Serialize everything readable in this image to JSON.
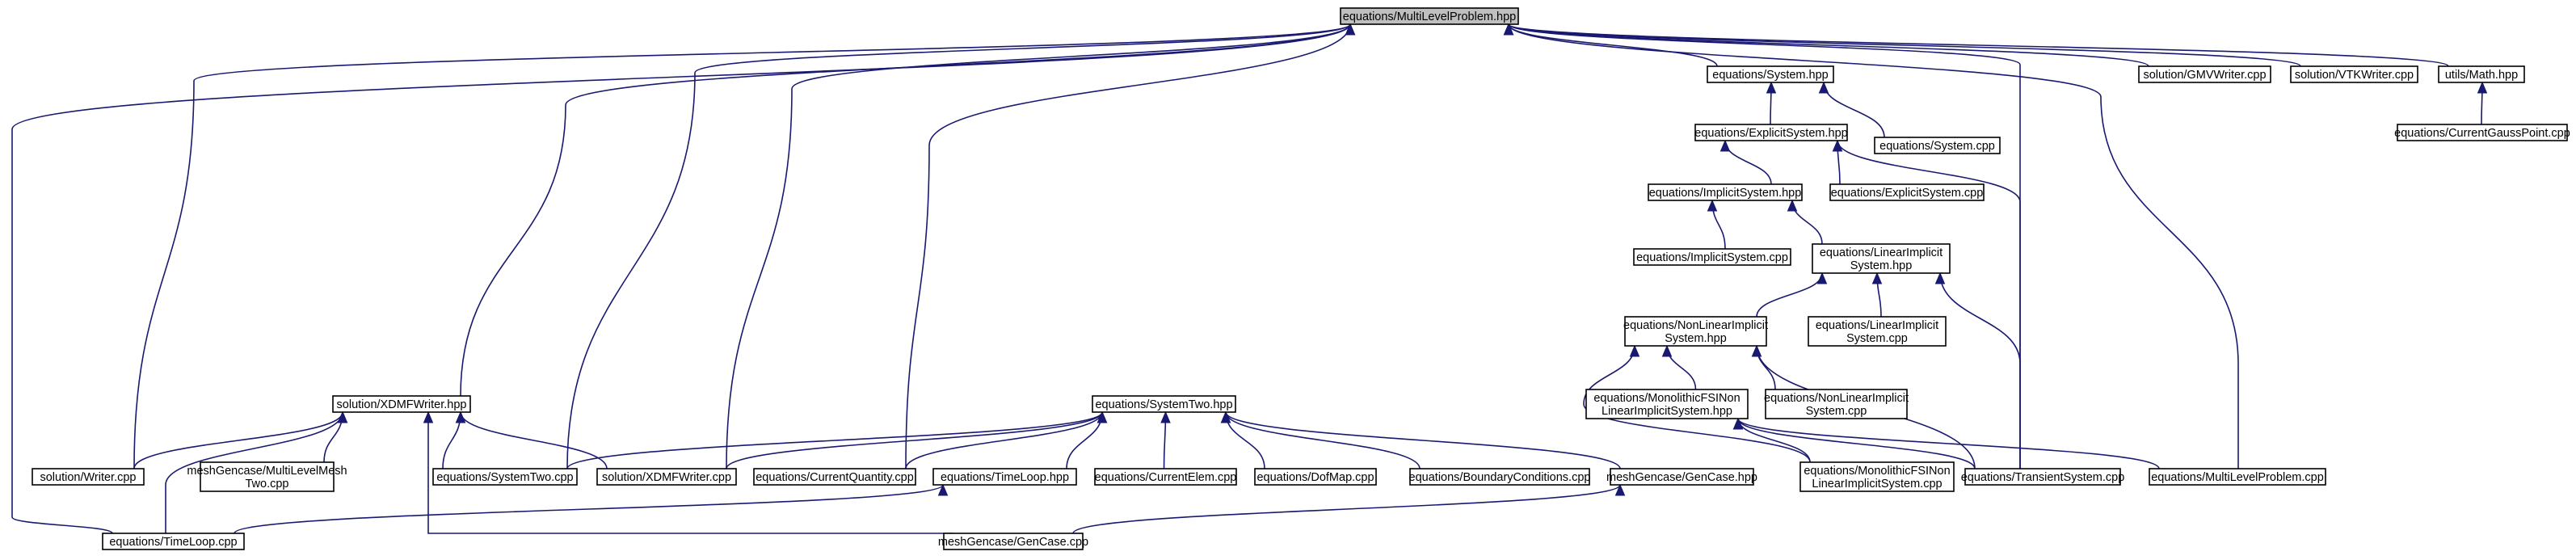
{
  "nodes": [
    {
      "id": "mlp_hpp",
      "lines": [
        "equations/MultiLevelProblem.hpp"
      ],
      "highlight": true
    },
    {
      "id": "sys_hpp",
      "lines": [
        "equations/System.hpp"
      ]
    },
    {
      "id": "gmv",
      "lines": [
        "solution/GMVWriter.cpp"
      ]
    },
    {
      "id": "vtk",
      "lines": [
        "solution/VTKWriter.cpp"
      ]
    },
    {
      "id": "math_hpp",
      "lines": [
        "utils/Math.hpp"
      ]
    },
    {
      "id": "gauss",
      "lines": [
        "equations/CurrentGaussPoint.cpp"
      ]
    },
    {
      "id": "exp_hpp",
      "lines": [
        "equations/ExplicitSystem.hpp"
      ]
    },
    {
      "id": "sys_cpp",
      "lines": [
        "equations/System.cpp"
      ]
    },
    {
      "id": "imp_hpp",
      "lines": [
        "equations/ImplicitSystem.hpp"
      ]
    },
    {
      "id": "exp_cpp",
      "lines": [
        "equations/ExplicitSystem.cpp"
      ]
    },
    {
      "id": "imp_cpp",
      "lines": [
        "equations/ImplicitSystem.cpp"
      ]
    },
    {
      "id": "lin_hpp",
      "lines": [
        "equations/LinearImplicit",
        "System.hpp"
      ]
    },
    {
      "id": "nonlin_hpp",
      "lines": [
        "equations/NonLinearImplicit",
        "System.hpp"
      ]
    },
    {
      "id": "lin_cpp",
      "lines": [
        "equations/LinearImplicit",
        "System.cpp"
      ]
    },
    {
      "id": "xdmf_hpp",
      "lines": [
        "solution/XDMFWriter.hpp"
      ]
    },
    {
      "id": "systwo_hpp",
      "lines": [
        "equations/SystemTwo.hpp"
      ]
    },
    {
      "id": "mono_hpp",
      "lines": [
        "equations/MonolithicFSINon",
        "LinearImplicitSystem.hpp"
      ]
    },
    {
      "id": "nonlin_cpp",
      "lines": [
        "equations/NonLinearImplicit",
        "System.cpp"
      ]
    },
    {
      "id": "writer_cpp",
      "lines": [
        "solution/Writer.cpp"
      ]
    },
    {
      "id": "mlmesh_cpp",
      "lines": [
        "meshGencase/MultiLevelMesh",
        "Two.cpp"
      ]
    },
    {
      "id": "systwo_cpp",
      "lines": [
        "equations/SystemTwo.cpp"
      ]
    },
    {
      "id": "xdmf_cpp",
      "lines": [
        "solution/XDMFWriter.cpp"
      ]
    },
    {
      "id": "cq_cpp",
      "lines": [
        "equations/CurrentQuantity.cpp"
      ]
    },
    {
      "id": "tl_hpp",
      "lines": [
        "equations/TimeLoop.hpp"
      ]
    },
    {
      "id": "ce_cpp",
      "lines": [
        "equations/CurrentElem.cpp"
      ]
    },
    {
      "id": "dof_cpp",
      "lines": [
        "equations/DofMap.cpp"
      ]
    },
    {
      "id": "bc_cpp",
      "lines": [
        "equations/BoundaryConditions.cpp"
      ]
    },
    {
      "id": "gencase_hpp",
      "lines": [
        "meshGencase/GenCase.hpp"
      ]
    },
    {
      "id": "mono_cpp",
      "lines": [
        "equations/MonolithicFSINon",
        "LinearImplicitSystem.cpp"
      ]
    },
    {
      "id": "trans_cpp",
      "lines": [
        "equations/TransientSystem.cpp"
      ]
    },
    {
      "id": "mlp_cpp",
      "lines": [
        "equations/MultiLevelProblem.cpp"
      ]
    },
    {
      "id": "tl_cpp",
      "lines": [
        "equations/TimeLoop.cpp"
      ]
    },
    {
      "id": "gencase_cpp",
      "lines": [
        "meshGencase/GenCase.cpp"
      ]
    }
  ],
  "edges": [
    [
      "mlp_hpp",
      "sys_hpp"
    ],
    [
      "mlp_hpp",
      "gmv"
    ],
    [
      "mlp_hpp",
      "vtk"
    ],
    [
      "mlp_hpp",
      "math_hpp"
    ],
    [
      "mlp_hpp",
      "xdmf_hpp"
    ],
    [
      "mlp_hpp",
      "writer_cpp"
    ],
    [
      "mlp_hpp",
      "tl_cpp"
    ],
    [
      "mlp_hpp",
      "systwo_cpp"
    ],
    [
      "mlp_hpp",
      "xdmf_cpp"
    ],
    [
      "mlp_hpp",
      "cq_cpp"
    ],
    [
      "mlp_hpp",
      "trans_cpp"
    ],
    [
      "mlp_hpp",
      "mlp_cpp"
    ],
    [
      "math_hpp",
      "gauss"
    ],
    [
      "sys_hpp",
      "exp_hpp"
    ],
    [
      "sys_hpp",
      "sys_cpp"
    ],
    [
      "exp_hpp",
      "imp_hpp"
    ],
    [
      "exp_hpp",
      "exp_cpp"
    ],
    [
      "exp_hpp",
      "trans_cpp"
    ],
    [
      "imp_hpp",
      "imp_cpp"
    ],
    [
      "imp_hpp",
      "lin_hpp"
    ],
    [
      "lin_hpp",
      "nonlin_hpp"
    ],
    [
      "lin_hpp",
      "lin_cpp"
    ],
    [
      "lin_hpp",
      "trans_cpp"
    ],
    [
      "nonlin_hpp",
      "mono_hpp"
    ],
    [
      "nonlin_hpp",
      "nonlin_cpp"
    ],
    [
      "nonlin_hpp",
      "trans_cpp"
    ],
    [
      "nonlin_hpp",
      "mono_cpp"
    ],
    [
      "mono_hpp",
      "mono_cpp"
    ],
    [
      "mono_hpp",
      "trans_cpp"
    ],
    [
      "mono_hpp",
      "mlp_cpp"
    ],
    [
      "xdmf_hpp",
      "writer_cpp"
    ],
    [
      "xdmf_hpp",
      "mlmesh_cpp"
    ],
    [
      "xdmf_hpp",
      "systwo_cpp"
    ],
    [
      "xdmf_hpp",
      "xdmf_cpp"
    ],
    [
      "xdmf_hpp",
      "tl_cpp"
    ],
    [
      "xdmf_hpp",
      "gencase_cpp"
    ],
    [
      "systwo_hpp",
      "systwo_cpp"
    ],
    [
      "systwo_hpp",
      "xdmf_cpp"
    ],
    [
      "systwo_hpp",
      "cq_cpp"
    ],
    [
      "systwo_hpp",
      "tl_hpp"
    ],
    [
      "systwo_hpp",
      "ce_cpp"
    ],
    [
      "systwo_hpp",
      "dof_cpp"
    ],
    [
      "systwo_hpp",
      "bc_cpp"
    ],
    [
      "systwo_hpp",
      "gencase_hpp"
    ],
    [
      "tl_hpp",
      "tl_cpp"
    ],
    [
      "gencase_hpp",
      "gencase_cpp"
    ]
  ]
}
